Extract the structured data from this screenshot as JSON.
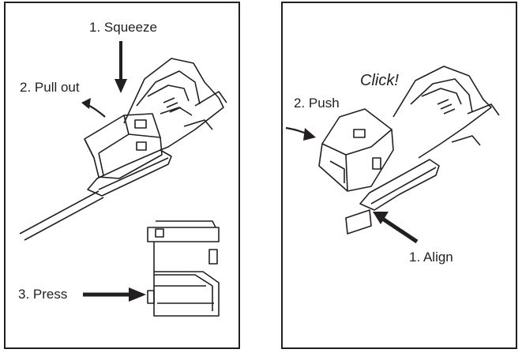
{
  "left_panel": {
    "step1": "1. Squeeze",
    "step2": "2. Pull out",
    "step3": "3. Press"
  },
  "right_panel": {
    "click": "Click!",
    "step2": "2. Push",
    "step1": "1. Align"
  },
  "colors": {
    "ink": "#231f20",
    "background": "#ffffff"
  }
}
